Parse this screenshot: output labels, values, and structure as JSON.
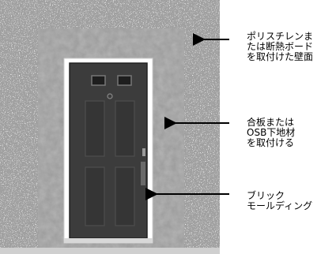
{
  "labels": [
    {
      "id": "wall",
      "text": "ポリスチレンま\nたは断熱ボード\nを取付けた壁面"
    },
    {
      "id": "sheathing",
      "text": "合板または\nOSB下地材\nを取付ける"
    },
    {
      "id": "brickmold",
      "text": "ブリック\nモールディング"
    }
  ]
}
